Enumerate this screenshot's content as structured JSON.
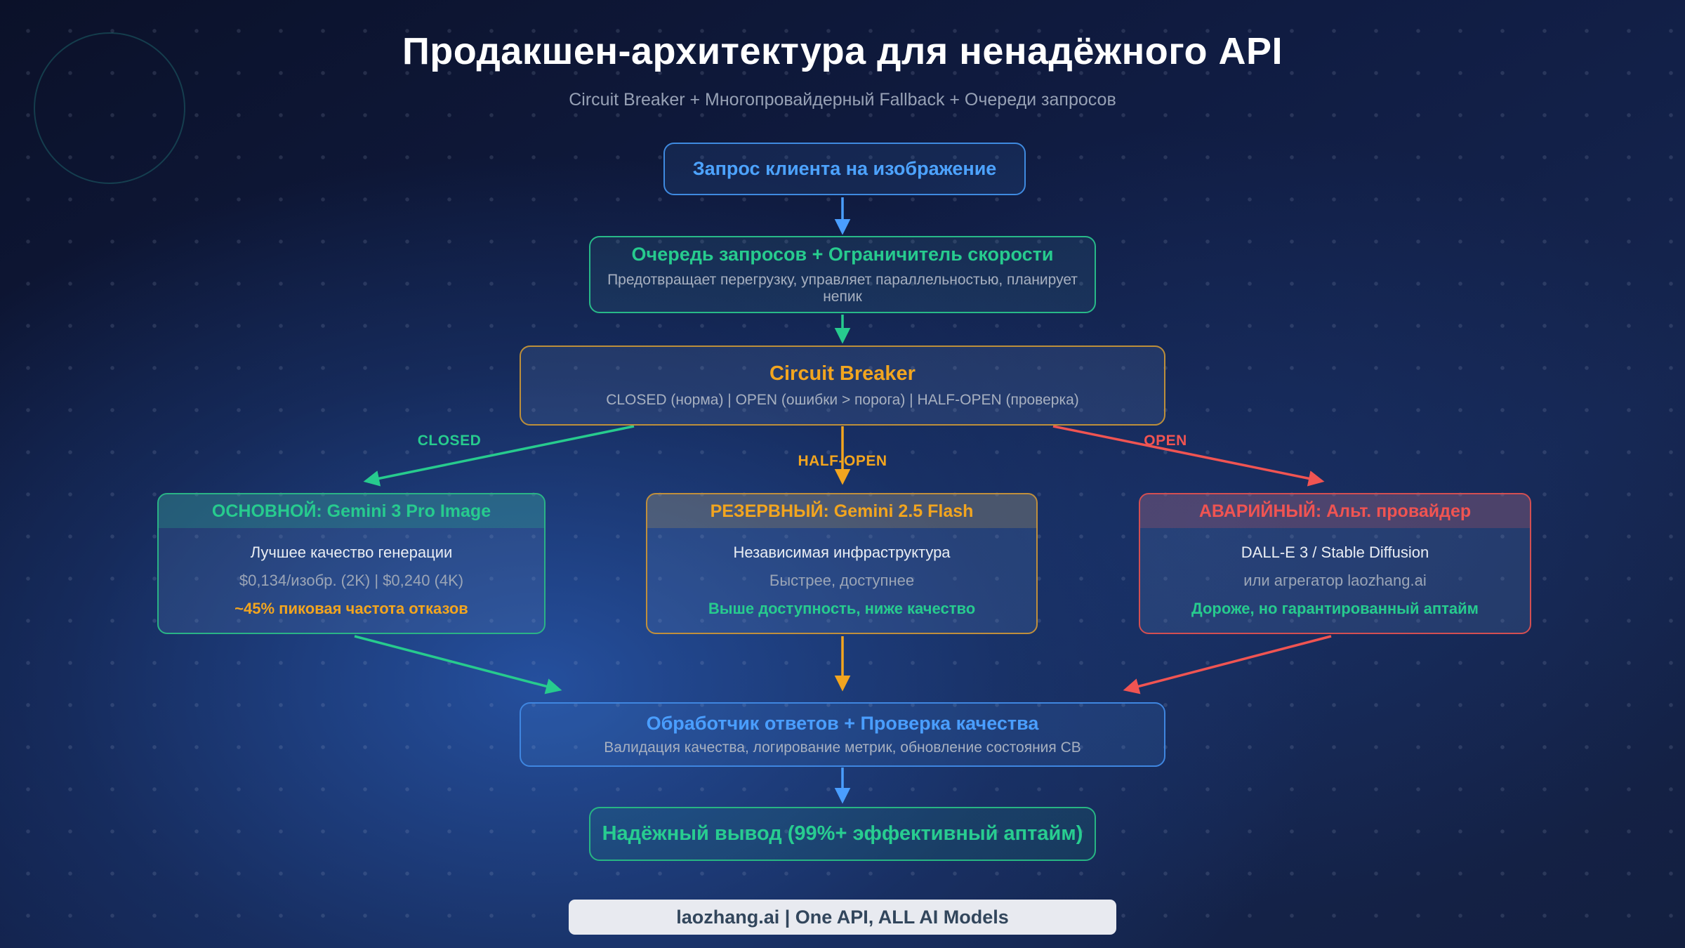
{
  "header": {
    "title": "Продакшен-архитектура для ненадёжного API",
    "subtitle": "Circuit Breaker + Многопровайдерный Fallback + Очереди запросов"
  },
  "nodes": {
    "request": {
      "title": "Запрос клиента на изображение"
    },
    "queue": {
      "title": "Очередь запросов + Ограничитель скорости",
      "subtitle": "Предотвращает перегрузку, управляет параллельностью, планирует непик"
    },
    "circuit_breaker": {
      "title": "Circuit Breaker",
      "subtitle": "CLOSED (норма) | OPEN (ошибки > порога) | HALF-OPEN (проверка)"
    },
    "primary": {
      "title": "ОСНОВНОЙ: Gemini 3 Pro Image",
      "line1": "Лучшее качество генерации",
      "line2": "$0,134/изобр. (2K) | $0,240 (4K)",
      "line3": "~45% пиковая частота отказов"
    },
    "fallback": {
      "title": "РЕЗЕРВНЫЙ: Gemini 2.5 Flash",
      "line1": "Независимая инфраструктура",
      "line2": "Быстрее, доступнее",
      "line3": "Выше доступность, ниже качество"
    },
    "emergency": {
      "title": "АВАРИЙНЫЙ: Альт. провайдер",
      "line1": "DALL-E 3 / Stable Diffusion",
      "line2": "или агрегатор laozhang.ai",
      "line3": "Дороже, но гарантированный аптайм"
    },
    "handler": {
      "title": "Обработчик ответов + Проверка качества",
      "subtitle": "Валидация качества, логирование метрик, обновление состояния CB"
    },
    "output": {
      "title": "Надёжный вывод (99%+ эффективный аптайм)"
    }
  },
  "edge_labels": {
    "closed": "CLOSED",
    "half_open": "HALF-OPEN",
    "open": "OPEN"
  },
  "footer": {
    "label": "laozhang.ai | One API, ALL AI Models"
  },
  "colors": {
    "blue": "#4a9eff",
    "green": "#27cb8e",
    "orange": "#f2a51f",
    "red": "#f05452",
    "muted_text": "#a7b0c0",
    "background_navy": "#101c42",
    "footer_bg": "#e8eaf0"
  }
}
